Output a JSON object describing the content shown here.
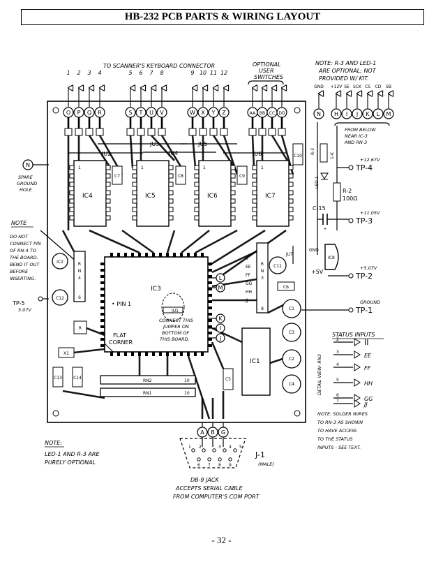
{
  "title": "HB-232 PCB PARTS & WIRING LAYOUT",
  "page_number": "- 32 -",
  "scanner": {
    "heading": "TO SCANNER'S KEYBOARD CONNECTOR",
    "groups": [
      {
        "nums": [
          "1",
          "2",
          "3",
          "4"
        ],
        "pads": [
          "O",
          "P",
          "Q",
          "R"
        ]
      },
      {
        "nums": [
          "5",
          "6",
          "7",
          "8"
        ],
        "pads": [
          "S",
          "T",
          "U",
          "V"
        ]
      },
      {
        "nums": [
          "9",
          "10",
          "11",
          "12"
        ],
        "pads": [
          "W",
          "X",
          "Y",
          "Z"
        ]
      }
    ]
  },
  "optional_switches": {
    "line1": "OPTIONAL",
    "line2": "USER",
    "line3": "SWITCHES",
    "pads": [
      "AA",
      "BB",
      "CC",
      "DD"
    ]
  },
  "note_top": {
    "line1": "NOTE: R-3 AND LED-1",
    "line2": "ARE OPTIONAL; NOT",
    "line3": "PROVIDED W/ KIT."
  },
  "supply_pads": [
    {
      "letter": "N",
      "label": "GND"
    },
    {
      "letter": "H",
      "label": "+12V"
    },
    {
      "letter": "I",
      "label": "SE"
    },
    {
      "letter": "J",
      "label": "SCK"
    },
    {
      "letter": "K",
      "label": "CS"
    },
    {
      "letter": "L",
      "label": "CD"
    },
    {
      "letter": "M",
      "label": "SB"
    }
  ],
  "from_below": {
    "line1": "FROM BELOW",
    "line2": "NEAR IC-3",
    "line3": "AND RN-3"
  },
  "spare_ground": {
    "letter": "N",
    "line1": "SPARE",
    "line2": "GROUND",
    "line3": "HOLE"
  },
  "note_rn4": {
    "title": "NOTE",
    "lines": [
      "DO NOT",
      "CONNECT PIN",
      "OF RN-4 TO",
      "THE BOARD.",
      "BEND IT OUT",
      "BEFORE",
      "INSERTING."
    ]
  },
  "tp5": {
    "label": "TP-5",
    "voltage": "5.07V"
  },
  "test_points": [
    {
      "label": "TP-4",
      "voltage": "+12.67V"
    },
    {
      "label": "TP-3",
      "voltage": "+11.05V"
    },
    {
      "label": "TP-2",
      "voltage": "+5.07V"
    },
    {
      "label": "TP-1",
      "voltage": "GROUND"
    }
  ],
  "components": {
    "ic4": "IC4",
    "ic5a": "IC5",
    "ic6": "IC6",
    "ic7": "IC7",
    "ic3": "IC3",
    "ic1": "IC1",
    "ic2": "IC2",
    "ic8": "IC8",
    "c7": "C7",
    "c8": "C8",
    "c9": "C9",
    "c10": "C10",
    "c15": "C-15",
    "c11": "C11",
    "c6": "C6",
    "c1": "C1",
    "c3": "C3",
    "c2": "C2",
    "c4": "C4",
    "c5": "C5",
    "c12": "C12",
    "c13": "C13",
    "c14": "C14",
    "x1": "X1",
    "r1": "R",
    "r3a": "R-3",
    "r3b": "1-K",
    "led1": "LED-1",
    "r2a": "R-2",
    "r2b": "100Ω",
    "rn4": "RN4",
    "rn3": "RN3",
    "rn2": "RN2",
    "rn1": "RN1",
    "ju2": "JU2",
    "ju3": "JU3",
    "ju4": "JU4",
    "ju5": "JU5",
    "ju6": "JU6",
    "ju7": "JU7",
    "ju1": "JU1",
    "gnd_small": "GND",
    "plus5": "+5V",
    "pin1": "• PIN 1",
    "flat1": "FLAT",
    "flat2": "CORNER",
    "one": "1",
    "six": "6",
    "eight": "8",
    "ten": "10"
  },
  "ju1_note": {
    "line1": "CONNECT THIS",
    "line2": "JUMPER ON",
    "line3": "BOTTOM OF",
    "line4": "THIS BOARD."
  },
  "side_pads": [
    "L",
    "M",
    "K",
    "I",
    "J"
  ],
  "rn3_labels": [
    "II",
    "EE",
    "FF",
    "GG",
    "HH",
    "JJ"
  ],
  "status_inputs": {
    "title": "STATUS INPUTS",
    "detail": "DETAIL VIEW- RN3",
    "rows": [
      {
        "pin": "2",
        "label": "II"
      },
      {
        "pin": "3",
        "label": "EE"
      },
      {
        "pin": "4",
        "label": "FF"
      },
      {
        "pin": "5",
        "label": "HH"
      },
      {
        "pin": "6",
        "label": "GG"
      },
      {
        "pin": "7",
        "label": "JJ"
      }
    ],
    "note": [
      "NOTE: SOLDER WIRES",
      "TO RN-3 AS SHOWN",
      "TO HAVE ACCESS",
      "TO THE STATUS",
      "INPUTS - SEE TEXT."
    ]
  },
  "bottom_pads": [
    "A",
    "B",
    "G"
  ],
  "db9": {
    "top_pins": [
      "1",
      "2",
      "3",
      "4",
      "5"
    ],
    "bottom_pins": [
      "6",
      "7",
      "8",
      "9"
    ],
    "j1": "J-1",
    "male": "(MALE)",
    "line1": "DB-9 JACK",
    "line2": "ACCEPTS SERIAL CABLE",
    "line3": "FROM COMPUTER'S COM PORT"
  },
  "note_bottom": {
    "title": "NOTE:",
    "line1": "LED-1 AND R-3 ARE",
    "line2": "PURELY OPTIONAL"
  }
}
